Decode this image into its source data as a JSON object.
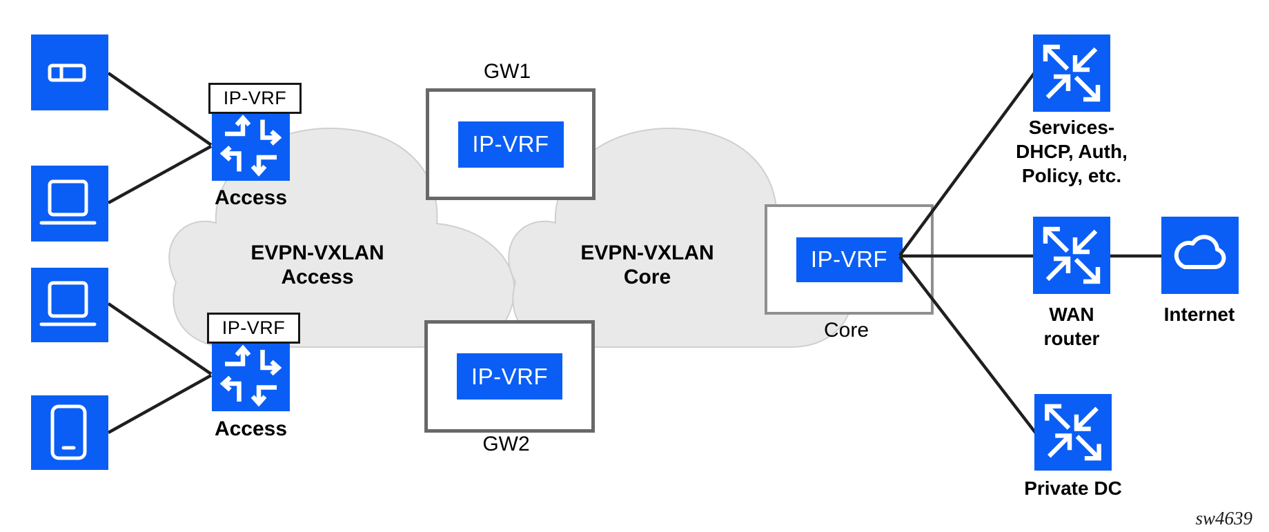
{
  "colors": {
    "node_blue": "#0A5EF5",
    "cloud_fill": "#E9E9E9",
    "cloud_stroke": "#CFCFCF",
    "link_black": "#1F1F1F",
    "gw_box_border": "#686868",
    "core_box_border": "#8F8F8F"
  },
  "devices": {
    "device1_icon": "tablet-icon",
    "device2_icon": "laptop-icon",
    "device3_icon": "laptop-icon",
    "device4_icon": "smartphone-icon"
  },
  "access1": {
    "tag": "IP-VRF",
    "label": "Access"
  },
  "access2": {
    "tag": "IP-VRF",
    "label": "Access"
  },
  "cloud_access": {
    "line1": "EVPN-VXLAN",
    "line2": "Access"
  },
  "cloud_core": {
    "line1": "EVPN-VXLAN",
    "line2": "Core"
  },
  "gw1": {
    "title": "GW1",
    "chip": "IP-VRF"
  },
  "gw2": {
    "title": "GW2",
    "chip": "IP-VRF"
  },
  "core": {
    "title": "Core",
    "chip": "IP-VRF"
  },
  "services": {
    "line1": "Services-",
    "line2": "DHCP, Auth,",
    "line3": "Policy, etc."
  },
  "wan": {
    "line1": "WAN",
    "line2": "router"
  },
  "internet": {
    "label": "Internet"
  },
  "private_dc": {
    "label": "Private DC"
  },
  "watermark": "sw4639"
}
